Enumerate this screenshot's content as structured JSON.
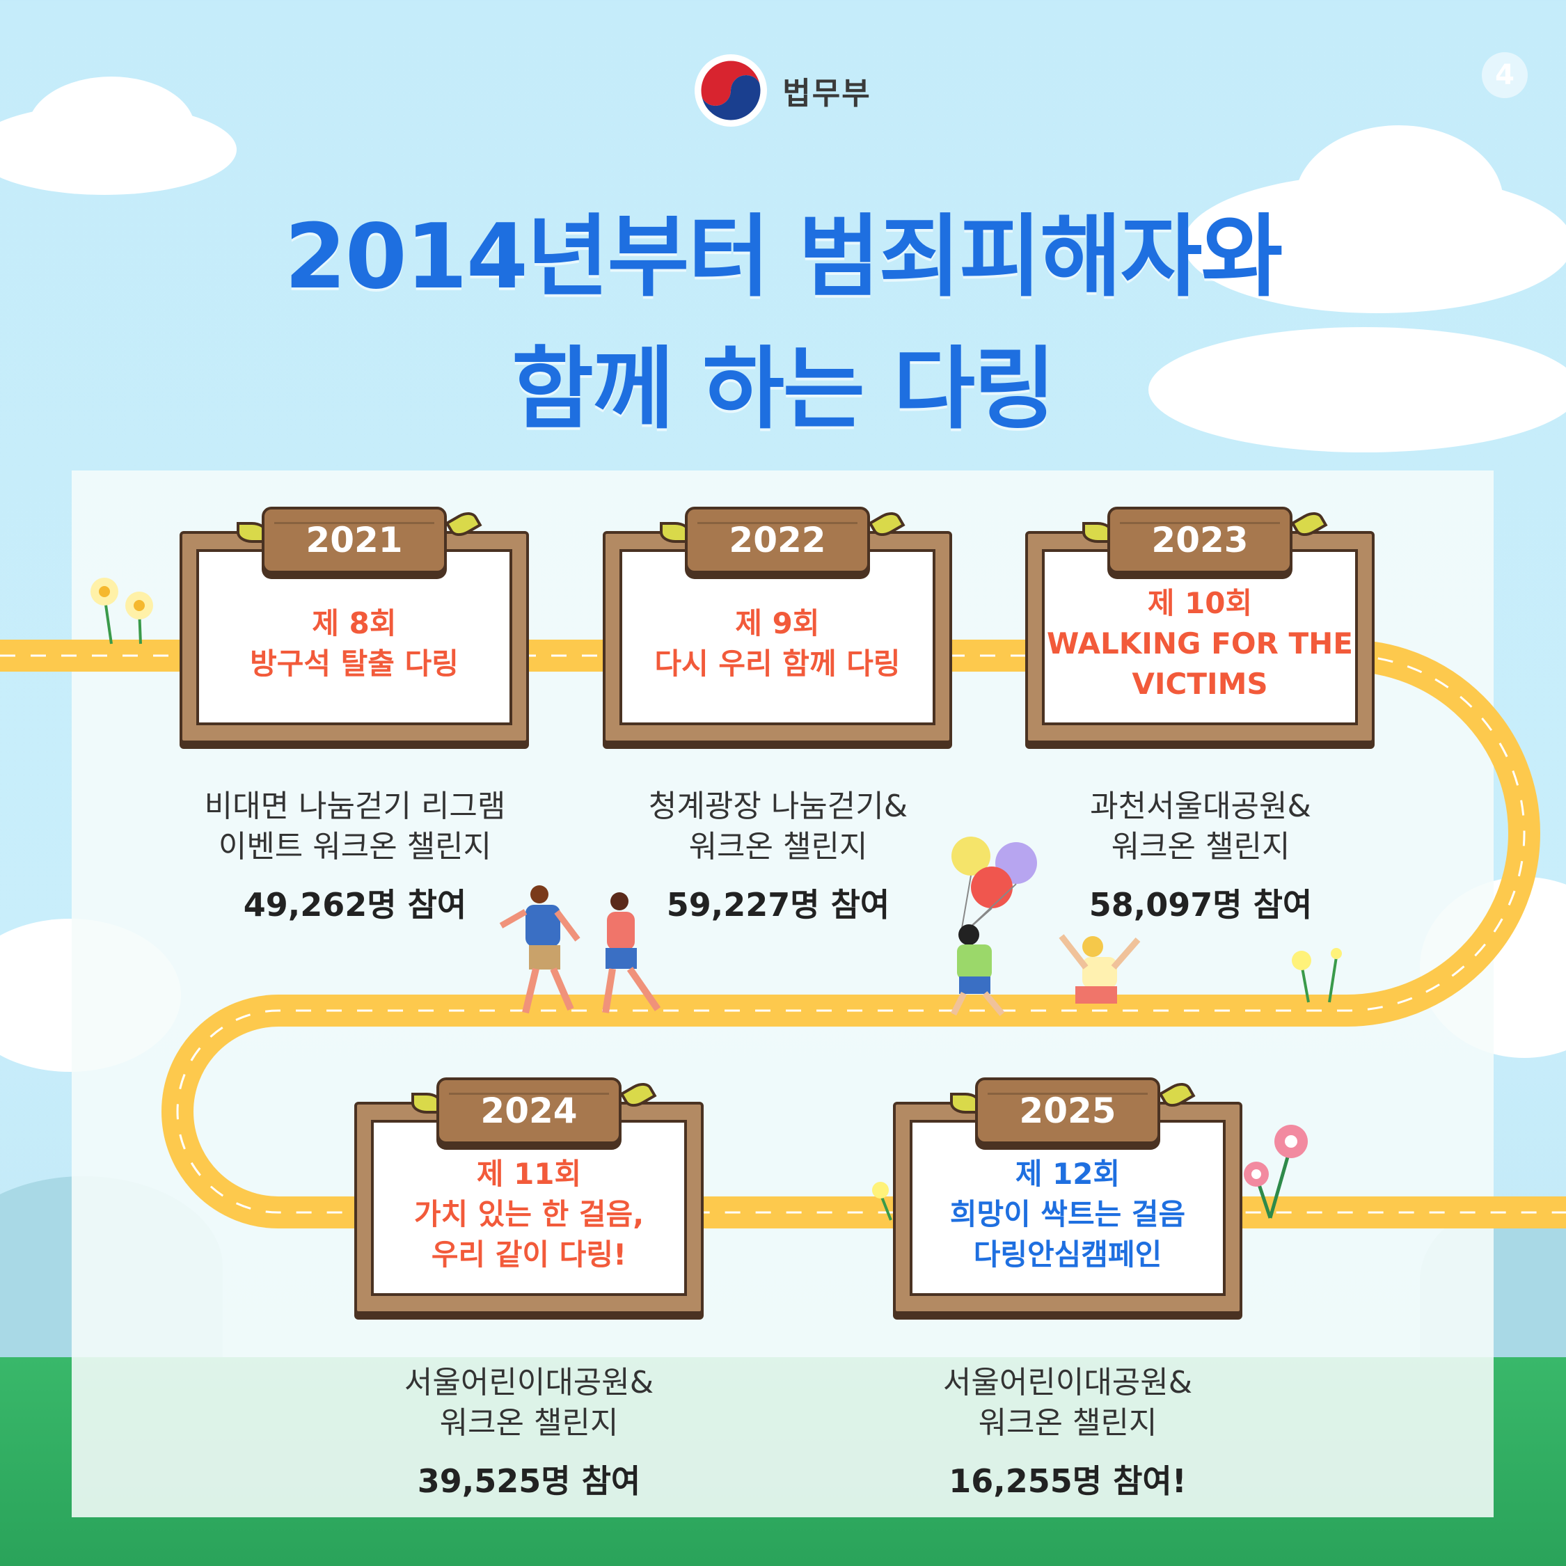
{
  "header": {
    "ministry_name": "법무부",
    "page_number": "4"
  },
  "title": {
    "line1": "2014년부터 범죄피해자와",
    "line2": "함께 하는 다링"
  },
  "timeline": [
    {
      "year": "2021",
      "edition": "제 8회",
      "name_lines": [
        "방구석 탈출 다링"
      ],
      "desc_lines": [
        "비대면 나눔걷기 리그램",
        "이벤트 워크온 챌린지"
      ],
      "participants": "49,262명 참여"
    },
    {
      "year": "2022",
      "edition": "제 9회",
      "name_lines": [
        "다시 우리 함께 다링"
      ],
      "desc_lines": [
        "청계광장 나눔걷기&",
        "워크온 챌린지"
      ],
      "participants": "59,227명 참여"
    },
    {
      "year": "2023",
      "edition": "제 10회",
      "name_lines": [
        "WALKING FOR THE",
        "VICTIMS"
      ],
      "desc_lines": [
        "과천서울대공원&",
        "워크온 챌린지"
      ],
      "participants": "58,097명 참여"
    },
    {
      "year": "2024",
      "edition": "제 11회",
      "name_lines": [
        "가치 있는 한 걸음,",
        "우리 같이 다링!"
      ],
      "desc_lines": [
        "서울어린이대공원&",
        "워크온 챌린지"
      ],
      "participants": "39,525명 참여"
    },
    {
      "year": "2025",
      "edition": "제 12회",
      "name_lines": [
        "희망이 싹트는 걸음",
        "다링안심캠페인"
      ],
      "desc_lines": [
        "서울어린이대공원&",
        "워크온 챌린지"
      ],
      "participants": "16,255명 참여!"
    }
  ],
  "colors": {
    "title_blue": "#1e6fe0",
    "edition_red": "#f25a3a",
    "edition_blue": "#1e6fe0",
    "road_yellow": "#fdc94d",
    "frame_brown": "#b38a63"
  }
}
